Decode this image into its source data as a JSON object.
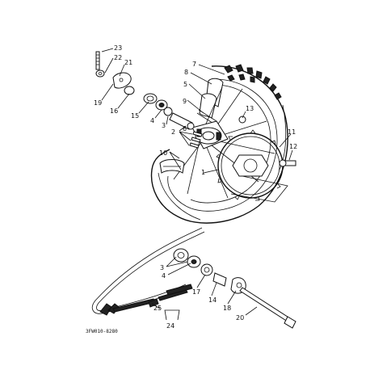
{
  "diagram": {
    "drawing_code": "3FW010-8280",
    "callouts": [
      {
        "id": "c23",
        "text": "23"
      },
      {
        "id": "c22",
        "text": "22"
      },
      {
        "id": "c21",
        "text": "21"
      },
      {
        "id": "c19",
        "text": "19"
      },
      {
        "id": "c16",
        "text": "16"
      },
      {
        "id": "c15",
        "text": "15"
      },
      {
        "id": "c4a",
        "text": "4"
      },
      {
        "id": "c3a",
        "text": "3"
      },
      {
        "id": "c2",
        "text": "2"
      },
      {
        "id": "c6",
        "text": "6"
      },
      {
        "id": "c7",
        "text": "7"
      },
      {
        "id": "c8",
        "text": "8"
      },
      {
        "id": "c5",
        "text": "5"
      },
      {
        "id": "c9",
        "text": "9"
      },
      {
        "id": "c13",
        "text": "13"
      },
      {
        "id": "c10",
        "text": "10"
      },
      {
        "id": "c1",
        "text": "1"
      },
      {
        "id": "c11",
        "text": "11"
      },
      {
        "id": "c12",
        "text": "12"
      },
      {
        "id": "c3b",
        "text": "3"
      },
      {
        "id": "c4b",
        "text": "4"
      },
      {
        "id": "c17",
        "text": "17"
      },
      {
        "id": "c14",
        "text": "14"
      },
      {
        "id": "c18",
        "text": "18"
      },
      {
        "id": "c25",
        "text": "25"
      },
      {
        "id": "c24",
        "text": "24"
      },
      {
        "id": "c20",
        "text": "20"
      }
    ]
  }
}
